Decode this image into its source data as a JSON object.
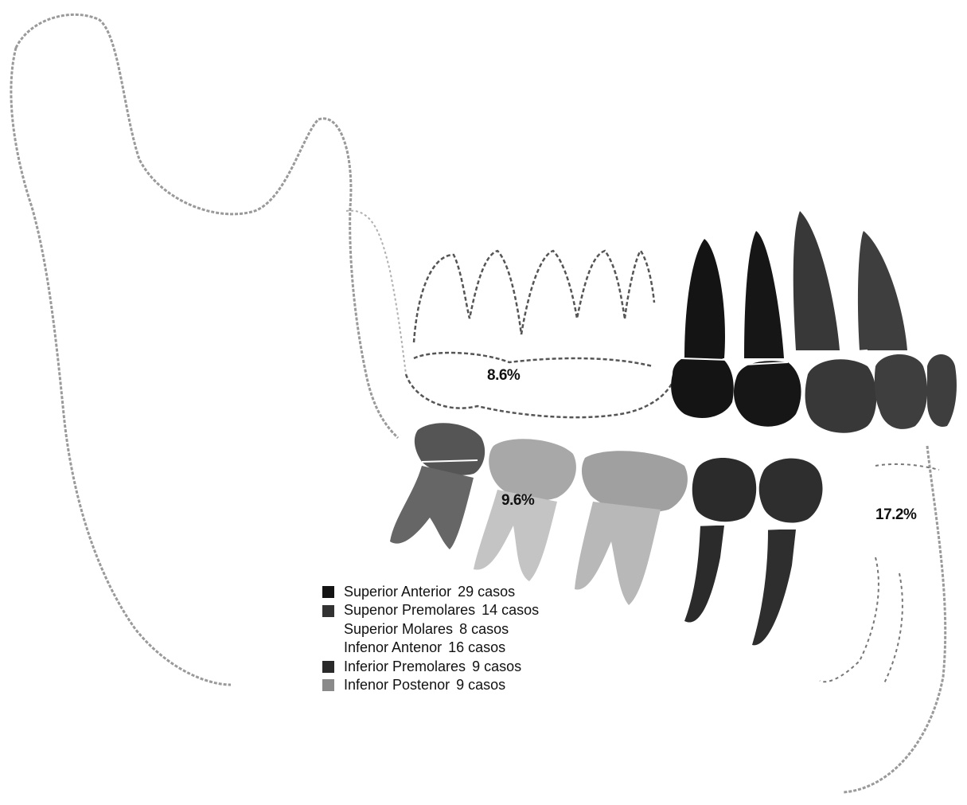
{
  "labels": {
    "upper_mid": "8.6%",
    "lower_mid": "9.6%",
    "right_side": "17.2%"
  },
  "legend": [
    {
      "label": "Superior Anterior",
      "count": "29 casos",
      "swatch": "#141414"
    },
    {
      "label": "Supenor Premolares",
      "count": "14 casos",
      "swatch": "#333333"
    },
    {
      "label": "Superior Molares",
      "count": "8 casos",
      "swatch": ""
    },
    {
      "label": "Infenor Antenor",
      "count": "16 casos",
      "swatch": ""
    },
    {
      "label": "Inferior Premolares",
      "count": "9 casos",
      "swatch": "#2a2a2a"
    },
    {
      "label": "Infenor Postenor",
      "count": "9 casos",
      "swatch": "#8a8a8a"
    }
  ],
  "colors": {
    "superior_anterior": "#141414",
    "superior_premolares": "#3a3a3a",
    "superior_molares": "#d9d9d9",
    "inferior_anterior": "#2b2b2b",
    "inferior_premolares": "#9a9a9a",
    "inferior_posterior": "#555555",
    "outline": "#8c8c8c"
  }
}
